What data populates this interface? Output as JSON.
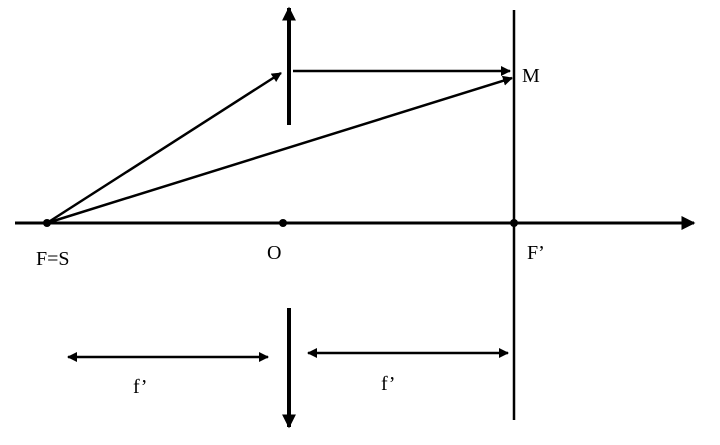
{
  "labels": {
    "source": "F=S",
    "center": "O",
    "focus_image": "F’",
    "point_m": "M",
    "focal_left": "f’",
    "focal_right": "f’"
  },
  "colors": {
    "ink": "#000000",
    "background": "#ffffff"
  }
}
